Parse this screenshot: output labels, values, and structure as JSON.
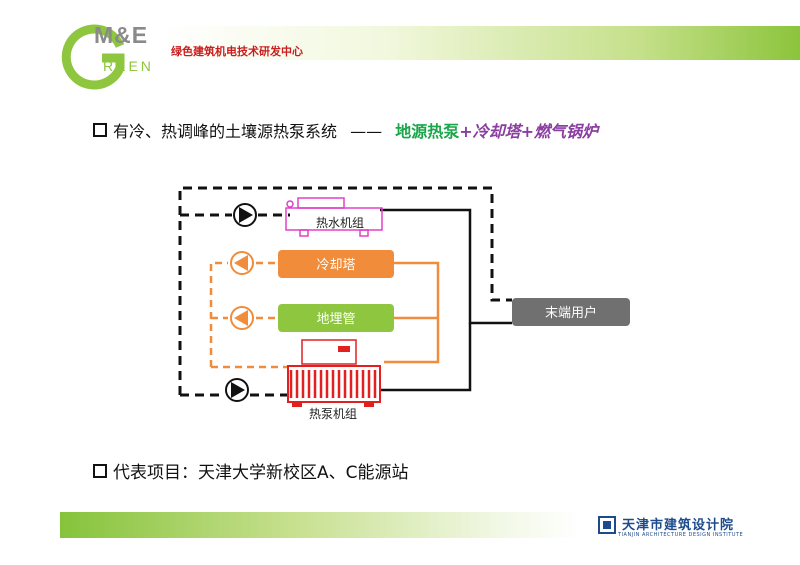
{
  "header": {
    "logo_me": "M&E",
    "logo_reen": "REEN",
    "title": "绿色建筑机电技术研发中心"
  },
  "bullet1": {
    "text": "有冷、热调峰的土壤源热泵系统",
    "dash": "——",
    "hl_green": "地源热泵",
    "plus1": "+",
    "hl_purple1": "冷却塔",
    "plus2": "+",
    "hl_purple2": "燃气锅炉"
  },
  "diagram": {
    "hot_water_unit": "热水机组",
    "cooling_tower": "冷却塔",
    "ground_pipe": "地埋管",
    "end_user": "末端用户",
    "heat_pump_unit": "热泵机组"
  },
  "bullet2": {
    "text": "代表项目：天津大学新校区A、C能源站"
  },
  "footer": {
    "org_name": "天津市建筑设计院",
    "org_en": "TIANJIN ARCHITECTURE DESIGN INSTITUTE"
  },
  "colors": {
    "orange": "#f08c3a",
    "green": "#8ec63f",
    "gray_box": "#707070",
    "red_unit": "#e22020",
    "pink_unit": "#e040c8"
  }
}
